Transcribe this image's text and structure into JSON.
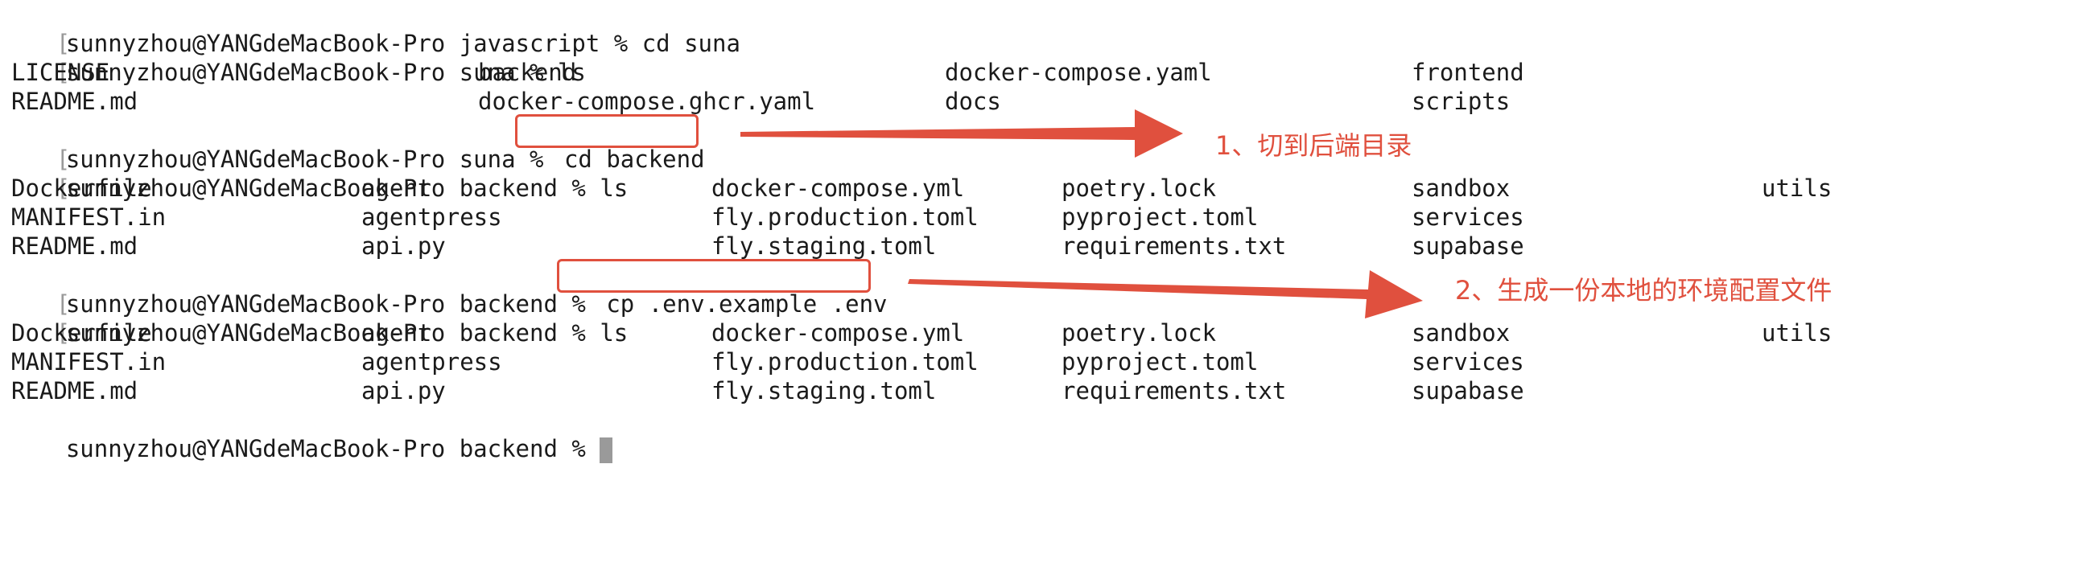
{
  "colors": {
    "text": "#1a1a1a",
    "accent": "#e0503e",
    "cursor": "#9a9a9a",
    "background": "#ffffff"
  },
  "terminal": {
    "lines": [
      {
        "prompt": "sunnyzhou@YANGdeMacBook-Pro javascript % ",
        "command": "cd suna"
      },
      {
        "prompt": "sunnyzhou@YANGdeMacBook-Pro suna % ",
        "command": "ls"
      },
      {
        "cols": [
          "LICENSE",
          "backend",
          "docker-compose.yaml",
          "frontend"
        ]
      },
      {
        "cols": [
          "README.md",
          "docker-compose.ghcr.yaml",
          "docs",
          "scripts"
        ]
      },
      {
        "prompt": "sunnyzhou@YANGdeMacBook-Pro suna % ",
        "command": "cd backend"
      },
      {
        "prompt": "sunnyzhou@YANGdeMacBook-Pro backend % ",
        "command": "ls"
      },
      {
        "cols": [
          "Dockerfile",
          "agent",
          "docker-compose.yml",
          "poetry.lock",
          "sandbox",
          "utils"
        ]
      },
      {
        "cols": [
          "MANIFEST.in",
          "agentpress",
          "fly.production.toml",
          "pyproject.toml",
          "services"
        ]
      },
      {
        "cols": [
          "README.md",
          "api.py",
          "fly.staging.toml",
          "requirements.txt",
          "supabase"
        ]
      },
      {
        "prompt": "sunnyzhou@YANGdeMacBook-Pro backend % ",
        "command": "cp .env.example .env"
      },
      {
        "prompt": "sunnyzhou@YANGdeMacBook-Pro backend % ",
        "command": "ls"
      },
      {
        "cols": [
          "Dockerfile",
          "agent",
          "docker-compose.yml",
          "poetry.lock",
          "sandbox",
          "utils"
        ]
      },
      {
        "cols": [
          "MANIFEST.in",
          "agentpress",
          "fly.production.toml",
          "pyproject.toml",
          "services"
        ]
      },
      {
        "cols": [
          "README.md",
          "api.py",
          "fly.staging.toml",
          "requirements.txt",
          "supabase"
        ]
      },
      {
        "prompt": "sunnyzhou@YANGdeMacBook-Pro backend % ",
        "command": ""
      }
    ]
  },
  "annotations": [
    {
      "text": "1、切到后端目录"
    },
    {
      "text": "2、生成一份本地的环境配置文件"
    }
  ]
}
